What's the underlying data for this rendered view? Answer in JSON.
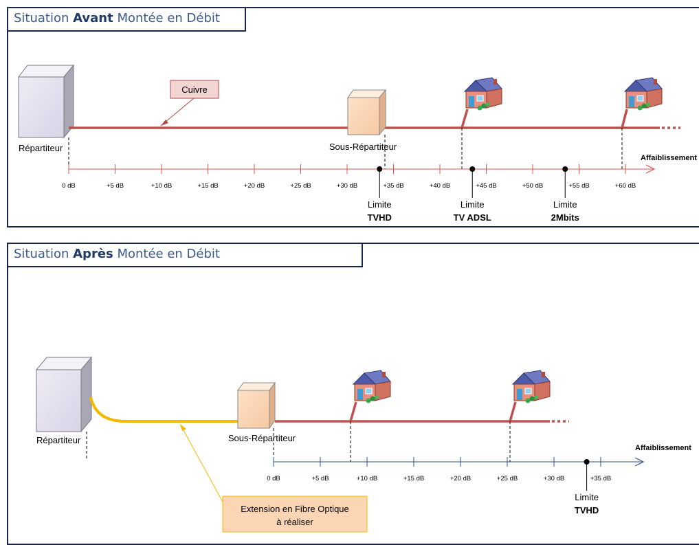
{
  "panel1": {
    "title_pre": "Situation ",
    "title_bold": "Avant",
    "title_post": " Montée en Débit",
    "repartiteur": "Répartiteur",
    "sous_repartiteur": "Sous-Répartiteur",
    "cuivre": "Cuivre",
    "axis_label": "Affaiblissement",
    "ticks": [
      "0 dB",
      "+5 dB",
      "+10 dB",
      "+15 dB",
      "+20 dB",
      "+25 dB",
      "+30 dB",
      "+35 dB",
      "+40 dB",
      "+45 dB",
      "+50 dB",
      "+55 dB",
      "+60 dB"
    ],
    "limits": [
      {
        "top": "Limite",
        "bottom": "TVHD",
        "db": 33.5
      },
      {
        "top": "Limite",
        "bottom": "TV ADSL",
        "db": 43.5
      },
      {
        "top": "Limite",
        "bottom": "2Mbits",
        "db": 53.5
      }
    ]
  },
  "panel2": {
    "title_pre": "Situation ",
    "title_bold": "Après",
    "title_post": " Montée en Débit",
    "repartiteur": "Répartiteur",
    "sous_repartiteur": "Sous-Répartiteur",
    "extension_line1": "Extension en Fibre Optique",
    "extension_line2": "à réaliser",
    "axis_label": "Affaiblissement",
    "ticks": [
      "0 dB",
      "+5 dB",
      "+10 dB",
      "+15 dB",
      "+20 dB",
      "+25 dB",
      "+30 dB",
      "+35 dB"
    ],
    "limits": [
      {
        "top": "Limite",
        "bottom": "TVHD",
        "db": 33.5
      }
    ]
  },
  "colors": {
    "frame": "#17264a",
    "copper": "#c0504d",
    "fiber": "#f5b800",
    "axis_top": "#d9534f",
    "axis_bottom": "#2f4f8f"
  }
}
